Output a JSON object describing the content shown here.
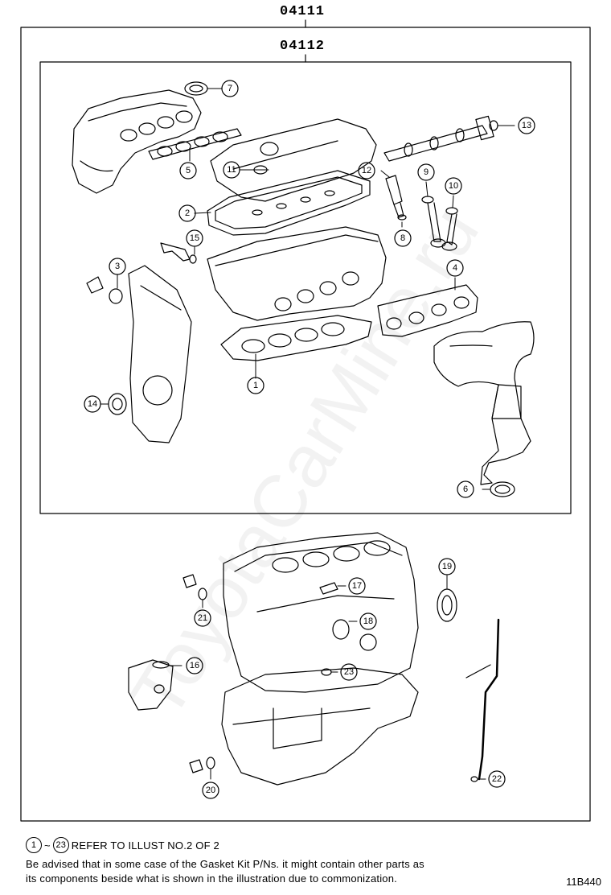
{
  "kit": {
    "outer_code": "04111",
    "inner_code": "04112"
  },
  "callouts": [
    "1",
    "2",
    "3",
    "4",
    "5",
    "6",
    "7",
    "8",
    "9",
    "10",
    "11",
    "12",
    "13",
    "14",
    "15",
    "16",
    "17",
    "18",
    "19",
    "20",
    "21",
    "22",
    "23"
  ],
  "notes": {
    "range_start": "1",
    "range_tilde": "~",
    "range_end": "23",
    "refer_text": "REFER TO ILLUST NO.2 OF 2",
    "advise_line1": "Be advised that in some case of the Gasket Kit P/Ns.  it might contain other parts as",
    "advise_line2": "its components beside what is shown in the illustration due to commonization."
  },
  "illustration_code": "11B440",
  "watermark": "ToyotaCarMine.ru"
}
